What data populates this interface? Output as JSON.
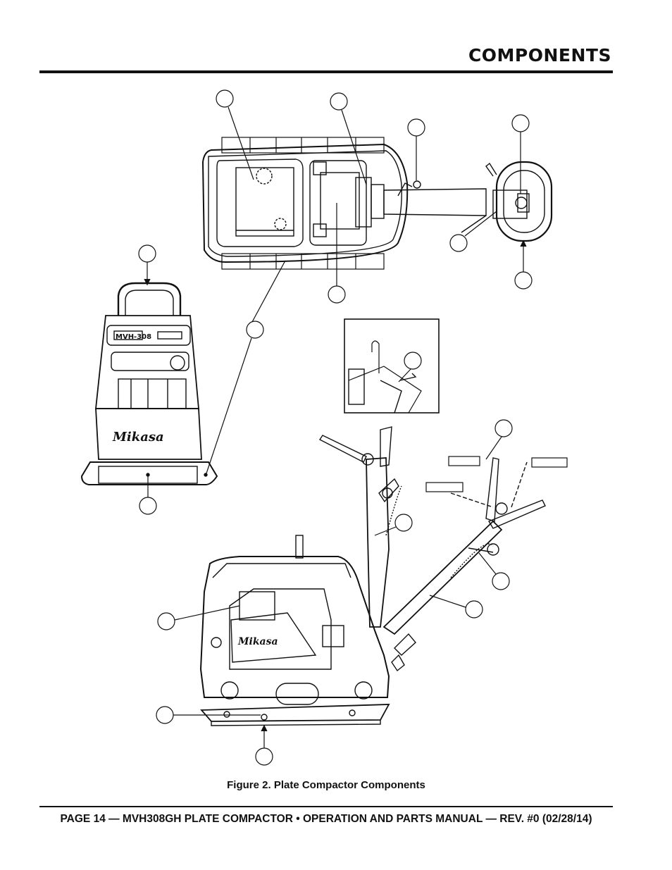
{
  "header": {
    "title": "COMPONENTS"
  },
  "figure": {
    "caption": "Figure 2. Plate Compactor Components"
  },
  "footer": {
    "text": "PAGE 14 — MVH308GH PLATE COMPACTOR • OPERATION AND PARTS MANUAL — REV. #0 (02/28/14)"
  },
  "drawing": {
    "front_view": {
      "model_badge": "MVH-308",
      "brand_logo": "Mikasa"
    },
    "side_view": {
      "brand_logo": "Mikasa"
    }
  }
}
